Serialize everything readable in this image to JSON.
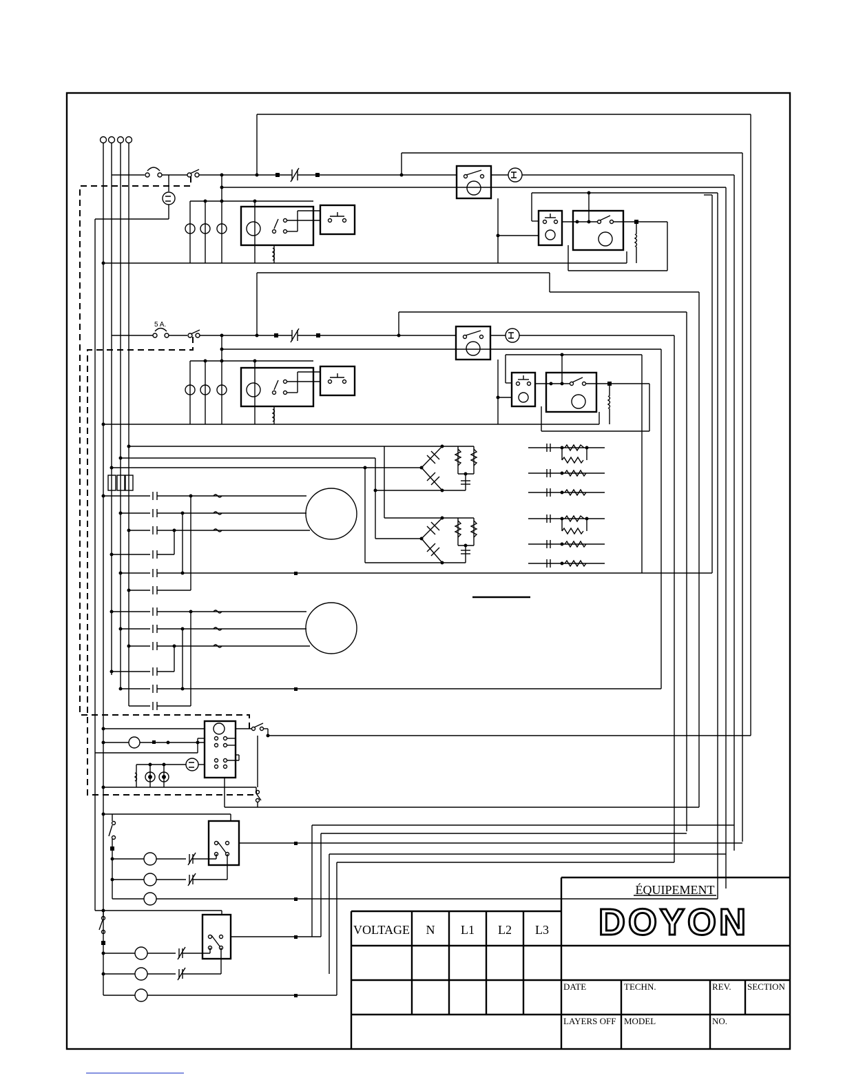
{
  "fuse_label": "5 A.",
  "title_block": {
    "brand_top": "ÉQUIPEMENT",
    "brand_logo": "DOYON",
    "voltage_header": "VOLTAGE",
    "phases": [
      "N",
      "L1",
      "L2",
      "L3"
    ],
    "date_label": "DATE",
    "techn_label": "TECHN.",
    "rev_label": "REV.",
    "section_label": "SECTION",
    "layers_label": "LAYERS OFF",
    "model_label": "MODEL",
    "no_label": "NO."
  }
}
